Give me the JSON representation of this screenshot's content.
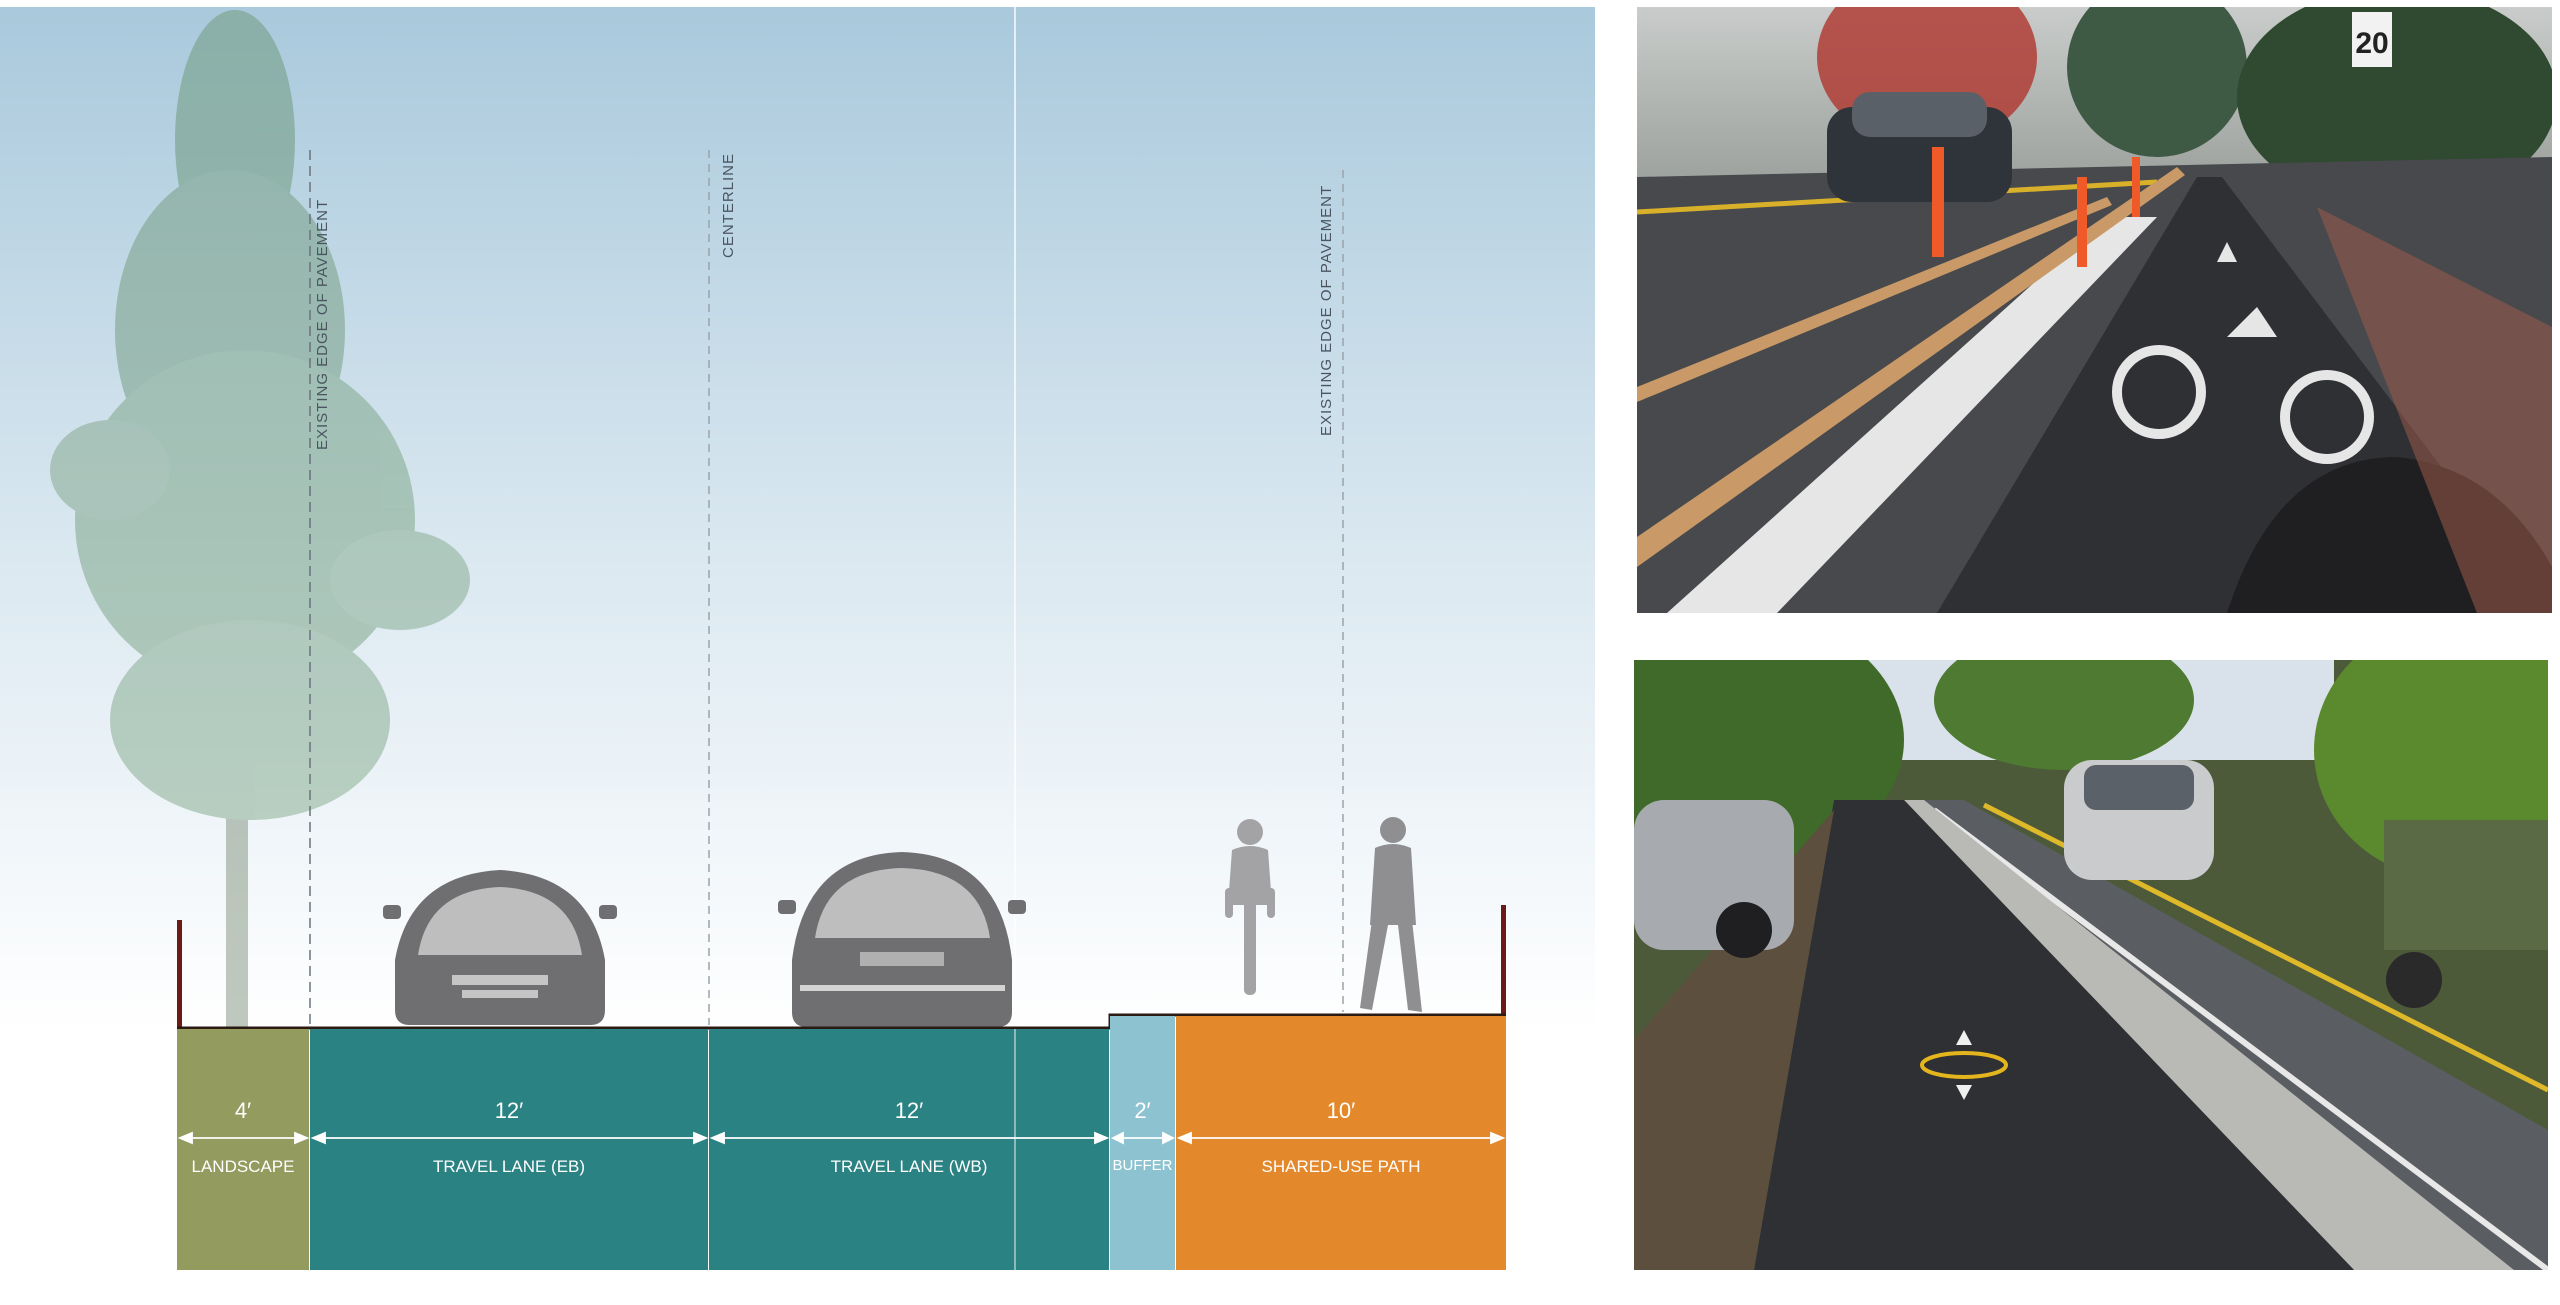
{
  "section": {
    "annotations": {
      "existing_edge_left": "EXISTING EDGE OF PAVEMENT",
      "centerline": "CENTERLINE",
      "existing_edge_right": "EXISTING EDGE OF PAVEMENT"
    },
    "segments": [
      {
        "width": "4′",
        "name": "LANDSCAPE",
        "color": "#939b5e"
      },
      {
        "width": "12′",
        "name": "TRAVEL LANE (EB)",
        "color": "#2a8283"
      },
      {
        "width": "12′",
        "name": "TRAVEL LANE (WB)",
        "color": "#2a8283"
      },
      {
        "width": "2′",
        "name": "BUFFER",
        "color": "#8dc3d1"
      },
      {
        "width": "10′",
        "name": "SHARED-USE PATH",
        "color": "#e3892b"
      }
    ],
    "sky_top_color": "#a9c9dc",
    "ground_line_color": "#2b1a14",
    "post_color": "#6b1a16"
  },
  "photos": {
    "top": {
      "speed_sign": "20"
    }
  }
}
